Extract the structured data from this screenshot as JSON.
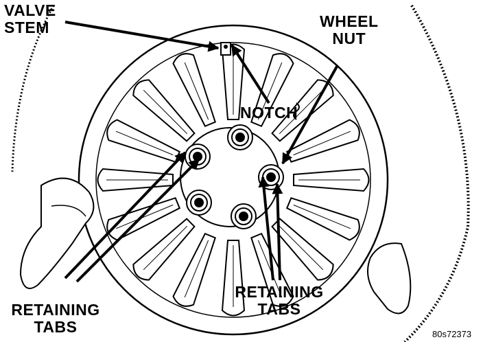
{
  "labels": {
    "valve_stem": [
      "VALVE",
      "STEM"
    ],
    "wheel_nut": [
      "WHEEL",
      "NUT"
    ],
    "notch": "NOTCH",
    "retaining_tabs_left": [
      "RETAINING",
      "TABS"
    ],
    "retaining_tabs_right": [
      "RETAINING",
      "TABS"
    ]
  },
  "figure_code": "80s72373",
  "colors": {
    "ink": "#000000",
    "paper": "#ffffff"
  }
}
